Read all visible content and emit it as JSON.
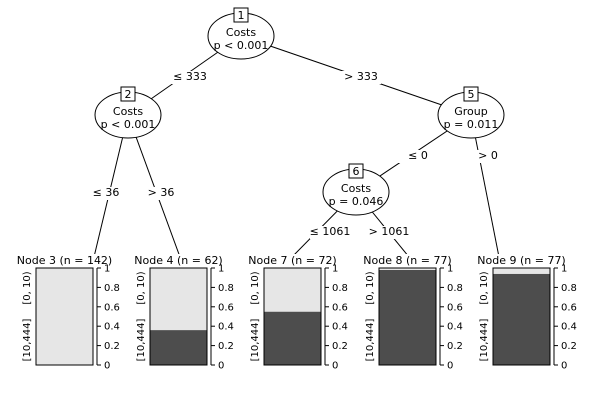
{
  "tree": {
    "inner_nodes": [
      {
        "id": "1",
        "variable": "Costs",
        "pvalue": "p < 0.001"
      },
      {
        "id": "2",
        "variable": "Costs",
        "pvalue": "p < 0.001"
      },
      {
        "id": "5",
        "variable": "Group",
        "pvalue": "p = 0.011"
      },
      {
        "id": "6",
        "variable": "Costs",
        "pvalue": "p = 0.046"
      }
    ],
    "edges": [
      {
        "from": "1",
        "to": "2",
        "label": "≤ 333"
      },
      {
        "from": "1",
        "to": "5",
        "label": "> 333"
      },
      {
        "from": "2",
        "to": "3",
        "label": "≤ 36"
      },
      {
        "from": "2",
        "to": "4",
        "label": "> 36"
      },
      {
        "from": "5",
        "to": "6",
        "label": "≤ 0"
      },
      {
        "from": "5",
        "to": "9",
        "label": "> 0"
      },
      {
        "from": "6",
        "to": "7",
        "label": "≤ 1061"
      },
      {
        "from": "6",
        "to": "8",
        "label": "> 1061"
      }
    ],
    "leaves": [
      {
        "id": "3",
        "title": "Node 3 (n = 142)"
      },
      {
        "id": "4",
        "title": "Node 4 (n = 62)"
      },
      {
        "id": "7",
        "title": "Node 7 (n = 72)"
      },
      {
        "id": "8",
        "title": "Node 8 (n = 77)"
      },
      {
        "id": "9",
        "title": "Node 9 (n = 77)"
      }
    ]
  },
  "chart_data": {
    "type": "bar",
    "stacked": true,
    "categories": [
      "Node 3",
      "Node 4",
      "Node 7",
      "Node 8",
      "Node 9"
    ],
    "levels": [
      "[0, 10)",
      "[10,444]"
    ],
    "series": [
      {
        "name": "[0, 10)",
        "color": "#e6e6e6",
        "values": [
          1.0,
          0.64,
          0.45,
          0.02,
          0.06
        ]
      },
      {
        "name": "[10,444]",
        "color": "#4d4d4d",
        "values": [
          0.0,
          0.36,
          0.55,
          0.98,
          0.94
        ]
      }
    ],
    "yticks": [
      "0",
      "0.2",
      "0.4",
      "0.6",
      "0.8",
      "1"
    ],
    "ylim": [
      0,
      1
    ]
  }
}
